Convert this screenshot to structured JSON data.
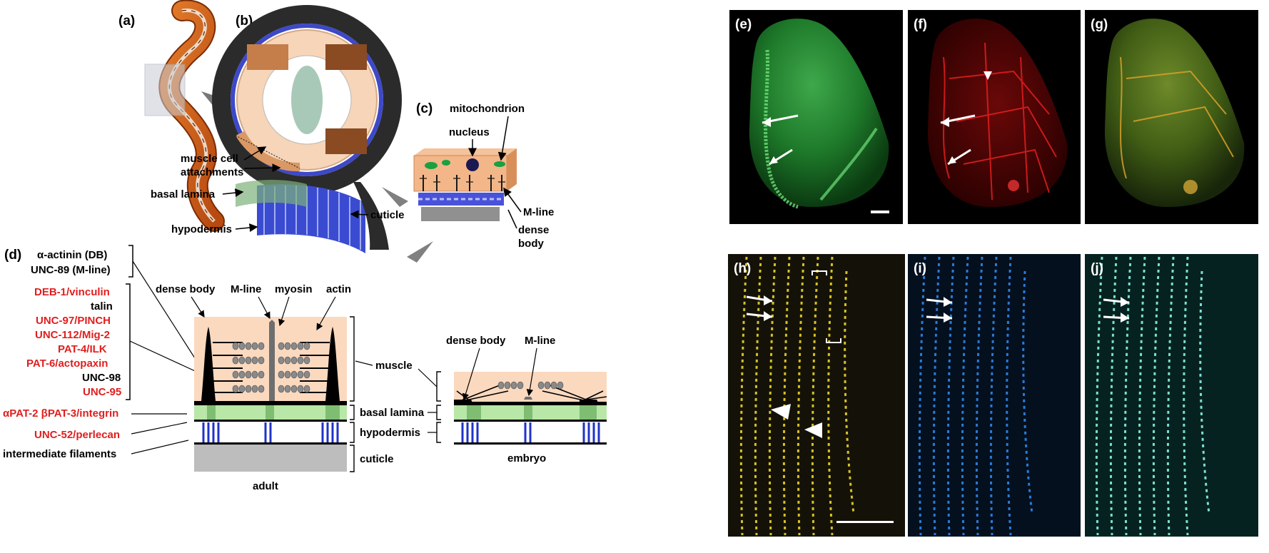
{
  "panels": {
    "a": "(a)",
    "b": "(b)",
    "c": "(c)",
    "d": "(d)",
    "e": "(e)",
    "f": "(f)",
    "g": "(g)",
    "h": "(h)",
    "i": "(i)",
    "j": "(j)"
  },
  "panel_b": {
    "muscle_cell_attachments_1": "muscle cell",
    "muscle_cell_attachments_2": "attachments",
    "basal_lamina": "basal lamina",
    "hypodermis": "hypodermis",
    "cuticle": "cuticle"
  },
  "panel_c": {
    "mitochondrion": "mitochondrion",
    "nucleus": "nucleus",
    "m_line": "M-line",
    "dense_body_1": "dense",
    "dense_body_2": "body"
  },
  "panel_d": {
    "alpha_actinin": "α-actinin (DB)",
    "unc89": "UNC-89 (M-line)",
    "deb1": "DEB-1/vinculin",
    "talin": "talin",
    "unc97": "UNC-97/PINCH",
    "unc112": "UNC-112/Mig-2",
    "pat4": "PAT-4/ILK",
    "pat6": "PAT-6/actopaxin",
    "unc98": "UNC-98",
    "unc95": "UNC-95",
    "integrin": "αPAT-2 βPAT-3/integrin",
    "unc52": "UNC-52/perlecan",
    "intermediate_filaments": "intermediate filaments",
    "dense_body": "dense body",
    "m_line": "M-line",
    "myosin": "myosin",
    "actin": "actin",
    "muscle": "muscle",
    "basal_lamina": "basal lamina",
    "hypodermis": "hypodermis",
    "cuticle": "cuticle",
    "adult": "adult",
    "embryo_dense_body": "dense body",
    "embryo_m_line": "M-line",
    "embryo": "embryo"
  },
  "colors": {
    "highlight_red": "#e01e1e",
    "muscle_peach": "#fbd9bf",
    "basal_lamina_green": "#b8e7a7",
    "hypodermis_blue": "#2233c8",
    "cuticle_gray": "#bdbdbd",
    "gfp_green": "#3cb84a",
    "rfp_red": "#e41f1f",
    "yellow": "#d8c323",
    "blue": "#2c7bd8",
    "cyan": "#66d6c5"
  }
}
